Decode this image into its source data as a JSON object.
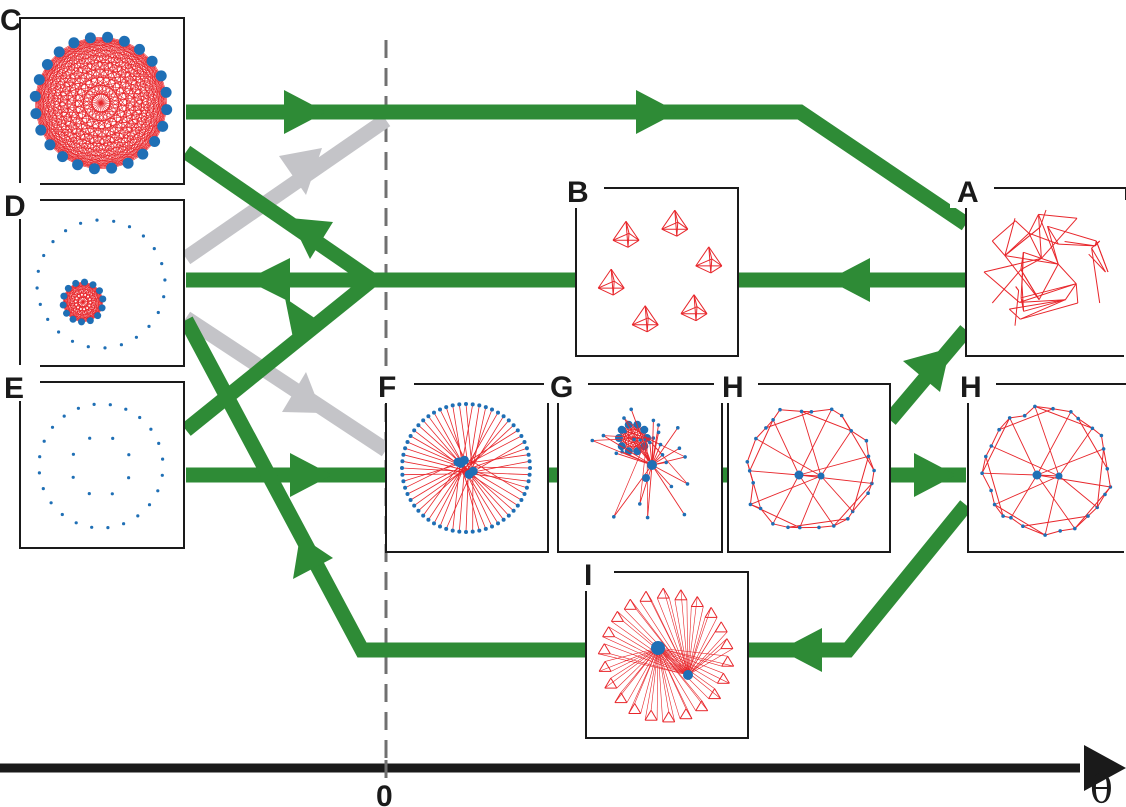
{
  "panels": [
    {
      "id": "C",
      "label": "C",
      "graph": "complete"
    },
    {
      "id": "D",
      "label": "D",
      "graph": "ring-plus-cluster"
    },
    {
      "id": "E",
      "label": "E",
      "graph": "dots"
    },
    {
      "id": "B",
      "label": "B",
      "graph": "six-cliques"
    },
    {
      "id": "A",
      "label": "A",
      "graph": "random"
    },
    {
      "id": "F",
      "label": "F",
      "graph": "star"
    },
    {
      "id": "G",
      "label": "G",
      "graph": "hub-cluster"
    },
    {
      "id": "H1",
      "label": "H",
      "graph": "two-hubs-ring"
    },
    {
      "id": "H2",
      "label": "H",
      "graph": "two-hubs-ring"
    },
    {
      "id": "I",
      "label": "I",
      "graph": "two-hubs-cliques"
    }
  ],
  "axis": {
    "zero_label": "0",
    "theta_label": "θ"
  },
  "colors": {
    "flow": "#2e8b36",
    "grey_flow": "#c4c4c8",
    "edge": "#e8262b",
    "node": "#1f6fb5",
    "axis": "#1a1a1a",
    "dashed": "#707070"
  }
}
